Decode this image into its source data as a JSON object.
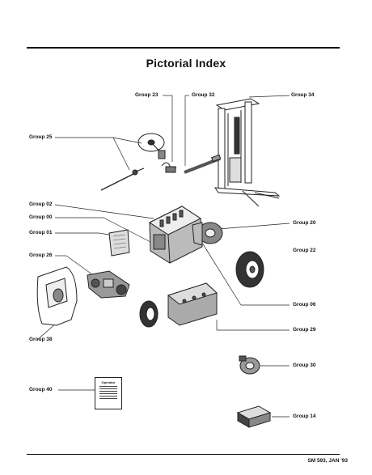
{
  "page": {
    "title": "Pictorial Index",
    "footer": "SM 593, JAN '93"
  },
  "groups": {
    "g23": "Group 23",
    "g32": "Group 32",
    "g34": "Group 34",
    "g25": "Group 25",
    "g02": "Group 02",
    "g00": "Group 00",
    "g01": "Group 01",
    "g20": "Group 20",
    "g22": "Group 22",
    "g26": "Group 26",
    "g06": "Group 06",
    "g38": "Group 38",
    "g29": "Group 29",
    "g30": "Group 30",
    "g40": "Group 40",
    "g14": "Group 14"
  },
  "icons": {
    "g25": "steering-wheel-icon",
    "g23": "brake-pedal-icon",
    "g32": "hydraulic-cylinder-icon",
    "g34": "mast-icon",
    "g00": "engine-icon",
    "g01": "radiator-icon",
    "g20": "clutch-icon",
    "g22": "drive-wheel-icon",
    "g26": "axle-icon",
    "g06": "steer-wheel-icon",
    "g38": "counterweight-icon",
    "g29": "chassis-icon",
    "g30": "hub-icon",
    "g40": "decal-sheet-icon",
    "g14": "battery-icon"
  },
  "doc": {
    "title": "Operator"
  }
}
